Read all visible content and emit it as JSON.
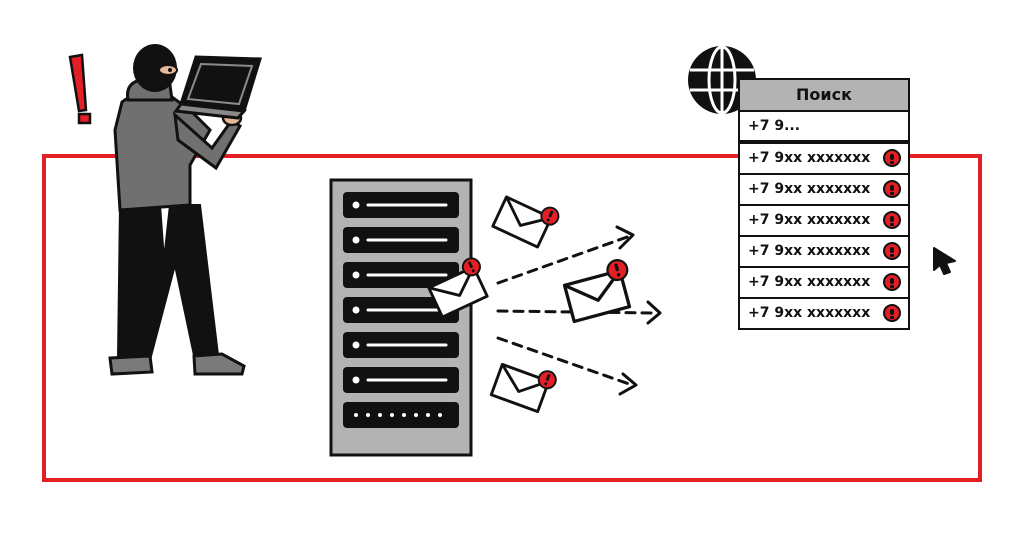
{
  "panel": {
    "header": "Поиск",
    "query": "+7 9...",
    "results": [
      "+7 9xx xxxxxxx",
      "+7 9xx xxxxxxx",
      "+7 9xx xxxxxxx",
      "+7 9xx xxxxxxx",
      "+7 9xx xxxxxxx",
      "+7 9xx xxxxxxx"
    ]
  },
  "colors": {
    "accent": "#e31e24",
    "dark": "#111111",
    "rack": "#b3b3b3",
    "hoodie": "#707070"
  },
  "icons": [
    "exclamation-icon",
    "hacker-figure",
    "laptop-icon",
    "server-rack-icon",
    "envelope-icon",
    "globe-icon",
    "cursor-icon",
    "warning-icon"
  ]
}
